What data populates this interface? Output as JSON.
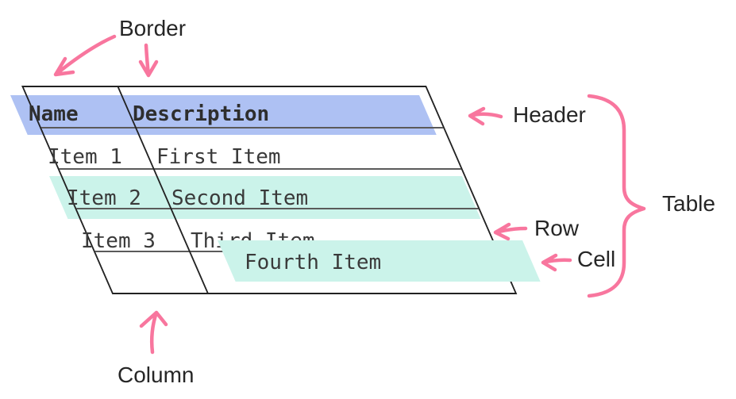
{
  "diagram": {
    "title_context": "table-anatomy-diagram",
    "table": {
      "columns": [
        {
          "label": "Name"
        },
        {
          "label": "Description"
        }
      ],
      "rows": [
        {
          "name": "Item 1",
          "description": "First Item"
        },
        {
          "name": "Item 2",
          "description": "Second Item"
        },
        {
          "name": "Item 3",
          "description": "Third Item"
        },
        {
          "name": "",
          "description": "Fourth Item"
        }
      ]
    },
    "labels": {
      "border": "Border",
      "header": "Header",
      "table": "Table",
      "row": "Row",
      "cell": "Cell",
      "column": "Column"
    },
    "colors": {
      "annotation_pink": "#f8769e",
      "header_highlight": "#aec1f3",
      "row_highlight": "#cbf3ea",
      "cell_highlight": "#cbf3ea",
      "table_border": "#222222",
      "grid_line": "#5a5a5a",
      "table_text": "#3a3a3a",
      "label_text": "#262626",
      "background": "#ffffff"
    }
  }
}
